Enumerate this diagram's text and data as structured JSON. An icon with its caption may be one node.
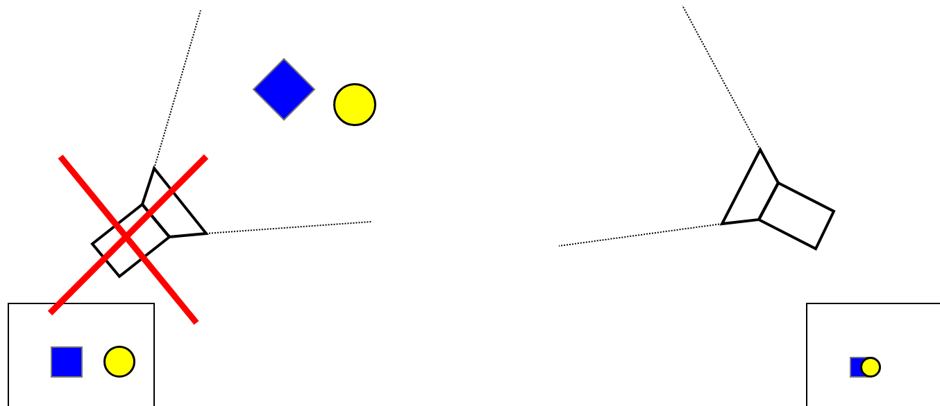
{
  "diagram": {
    "nodes": [
      {
        "text": [],
        "shape": "diamond"
      },
      {
        "text": [],
        "shape": "circle"
      },
      {
        "text": [],
        "shape": "picture"
      },
      {
        "text": [],
        "shape": "picture"
      },
      {
        "text": [],
        "shape": "box"
      },
      {
        "text": [],
        "shape": "box",
        "in": 4
      },
      {
        "text": [],
        "shape": "circle",
        "in": 4
      },
      {
        "text": [],
        "shape": "box"
      },
      {
        "text": [],
        "shape": "box",
        "in": 7
      },
      {
        "text": [],
        "shape": "circle",
        "in": 7
      }
    ]
  }
}
